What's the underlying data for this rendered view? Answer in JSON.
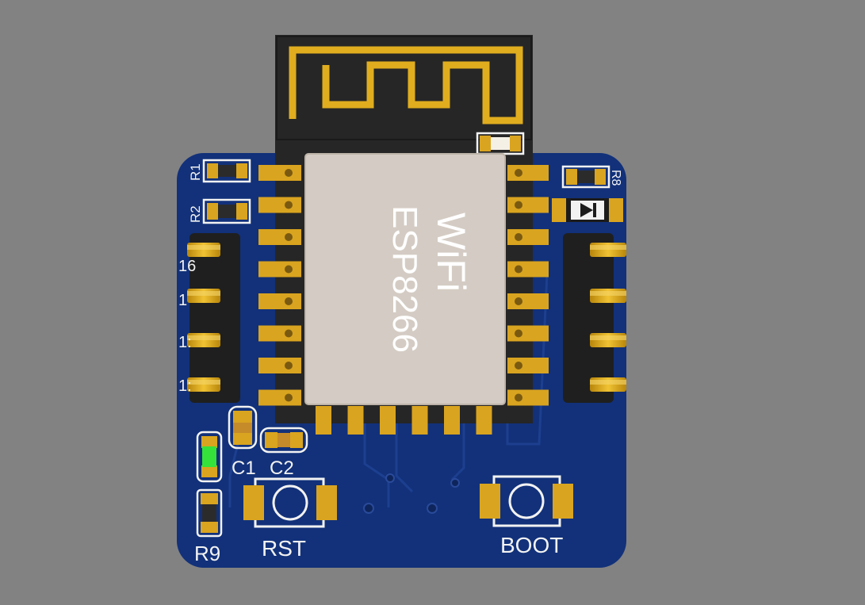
{
  "scene": {
    "background_color": "#828282",
    "board_color": "#12317a",
    "antenna_area_color": "#262626",
    "antenna_trace_color": "#e0ad1f",
    "pad_color": "#d9a41f",
    "shield_color": "#d4ccc4",
    "silkscreen_color": "#f2f2f2",
    "led_color": "#35e23a"
  },
  "module": {
    "line1": "WiFi",
    "line2": "ESP8266"
  },
  "silkscreen": {
    "r1": "R1",
    "r2": "R2",
    "r8": "R8",
    "r9": "R9",
    "c1": "C1",
    "c2": "C2",
    "rst": "RST",
    "boot": "BOOT",
    "left_header_pins": [
      "16",
      "1",
      "1:",
      "1:"
    ]
  }
}
